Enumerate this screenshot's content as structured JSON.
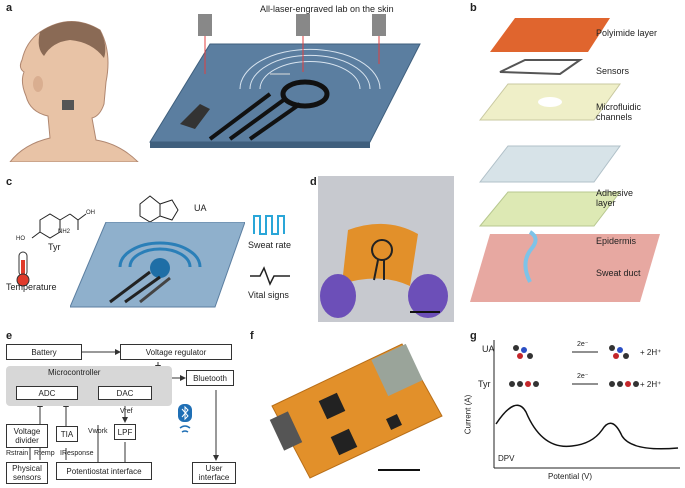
{
  "panels": {
    "a": {
      "label": "a",
      "title": "All-laser-engraved lab on the skin"
    },
    "b": {
      "label": "b",
      "layers": [
        "Polyimide layer",
        "Sensors",
        "Microfluidic\nchannels",
        "Adhesive\nlayer",
        "Epidermis",
        "Sweat duct"
      ]
    },
    "c": {
      "label": "c",
      "tyr": "Tyr",
      "ua": "UA",
      "temperature": "Temperature",
      "sweat_rate": "Sweat rate",
      "vital_signs": "Vital signs",
      "nh2": "NH2",
      "oh": "OH",
      "ho": "HO"
    },
    "d": {
      "label": "d"
    },
    "e": {
      "label": "e",
      "battery": "Battery",
      "voltage_regulator": "Voltage regulator",
      "microcontroller": "Microcontroller",
      "bluetooth": "Bluetooth",
      "adc": "ADC",
      "dac": "DAC",
      "voltage_divider": "Voltage\ndivider",
      "tia": "TIA",
      "lpf": "LPF",
      "physical_sensors": "Physical\nsensors",
      "potentiostat": "Potentiostat interface",
      "user_interface": "User\ninterface",
      "r_strain": "Rstrain",
      "r_temp": "Rtemp",
      "i_response": "IResponse",
      "v_work": "Vwork",
      "v_ref": "Vref"
    },
    "f": {
      "label": "f"
    },
    "g": {
      "label": "g",
      "ua": "UA",
      "tyr": "Tyr",
      "electrons": "2e⁻",
      "product_ua": "+ 2H⁺",
      "product_tyr": "+ 2H⁺",
      "dpv": "DPV",
      "xlabel": "Potential (V)",
      "ylabel": "Current (A)"
    }
  },
  "colors": {
    "board": "#5b7ea0",
    "board_light": "#8fb0cc",
    "polyimide": "#e0652e",
    "fluidic": "#efefc8",
    "adhesive": "#dde9b4",
    "epidermis": "#e7a8a1",
    "sweat": "#7dc3e8",
    "pcb": "#e2902a",
    "mcu_box": "#d7d7d7"
  }
}
